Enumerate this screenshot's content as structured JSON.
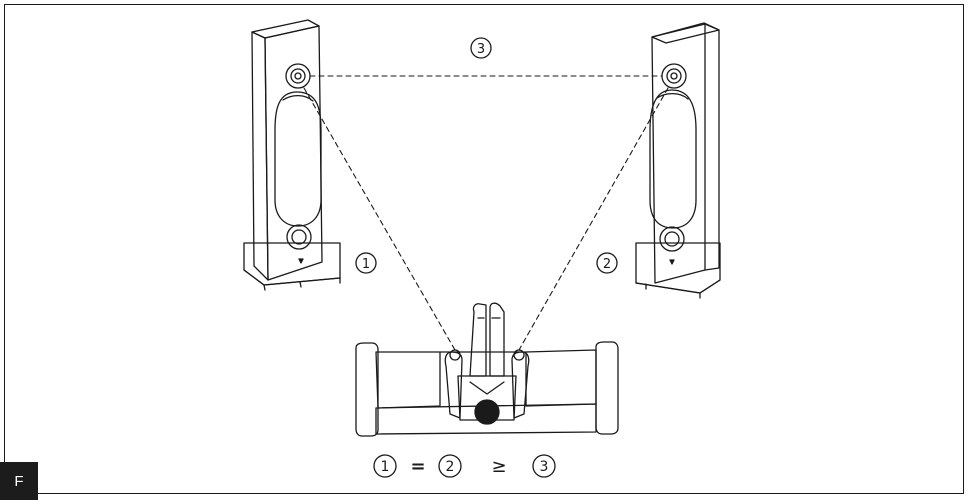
{
  "labels": {
    "distance_left": "1",
    "distance_right": "2",
    "distance_between": "3"
  },
  "formula": {
    "term1": "1",
    "equals": "=",
    "term2": "2",
    "geq": "≥",
    "term3": "3"
  },
  "section_tab": "F"
}
